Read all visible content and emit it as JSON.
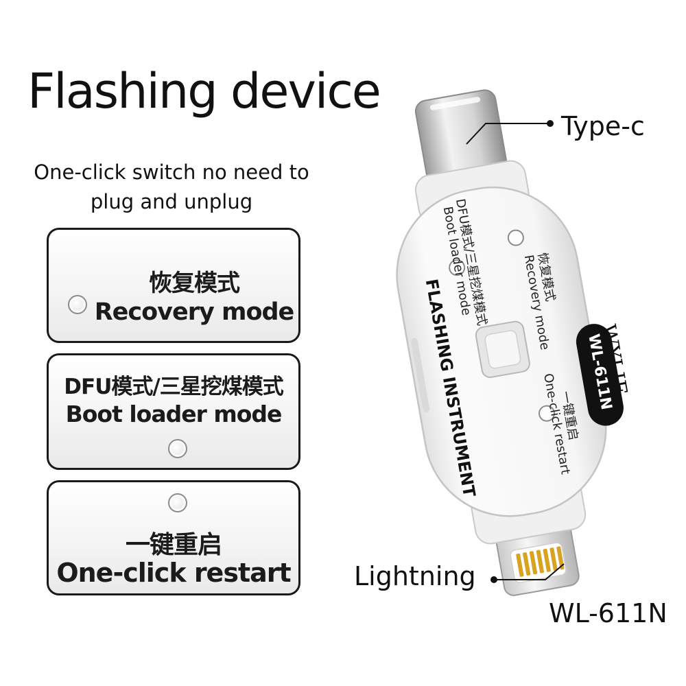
{
  "title": "Flashing device",
  "subtitle": {
    "line1": "One-click switch no need to",
    "line2": "plug and unplug"
  },
  "cards": [
    {
      "line1": "恢复模式",
      "line2": "Recovery mode"
    },
    {
      "line1": "DFU模式/三星挖煤模式",
      "line2": "Boot loader mode"
    },
    {
      "line1": "一键重启",
      "line2": "One-click restart"
    }
  ],
  "device": {
    "brand": "WYLIE",
    "model_badge": "WL-611N",
    "product_name": "FLASHING INSTRUMENT",
    "recovery_cn": "恢复模式",
    "recovery_en": "Recovery mode",
    "dfu_cn": "DFU模式/三星挖煤模式",
    "dfu_en": "Boot loader mode",
    "restart_cn": "一键重启",
    "restart_en": "One-click restart"
  },
  "callouts": {
    "top": "Type-c",
    "bottom": "Lightning"
  },
  "model_label": "WL-611N",
  "colors": {
    "text": "#111111",
    "device_body": "#f7f7f7",
    "badge": "#111111"
  }
}
